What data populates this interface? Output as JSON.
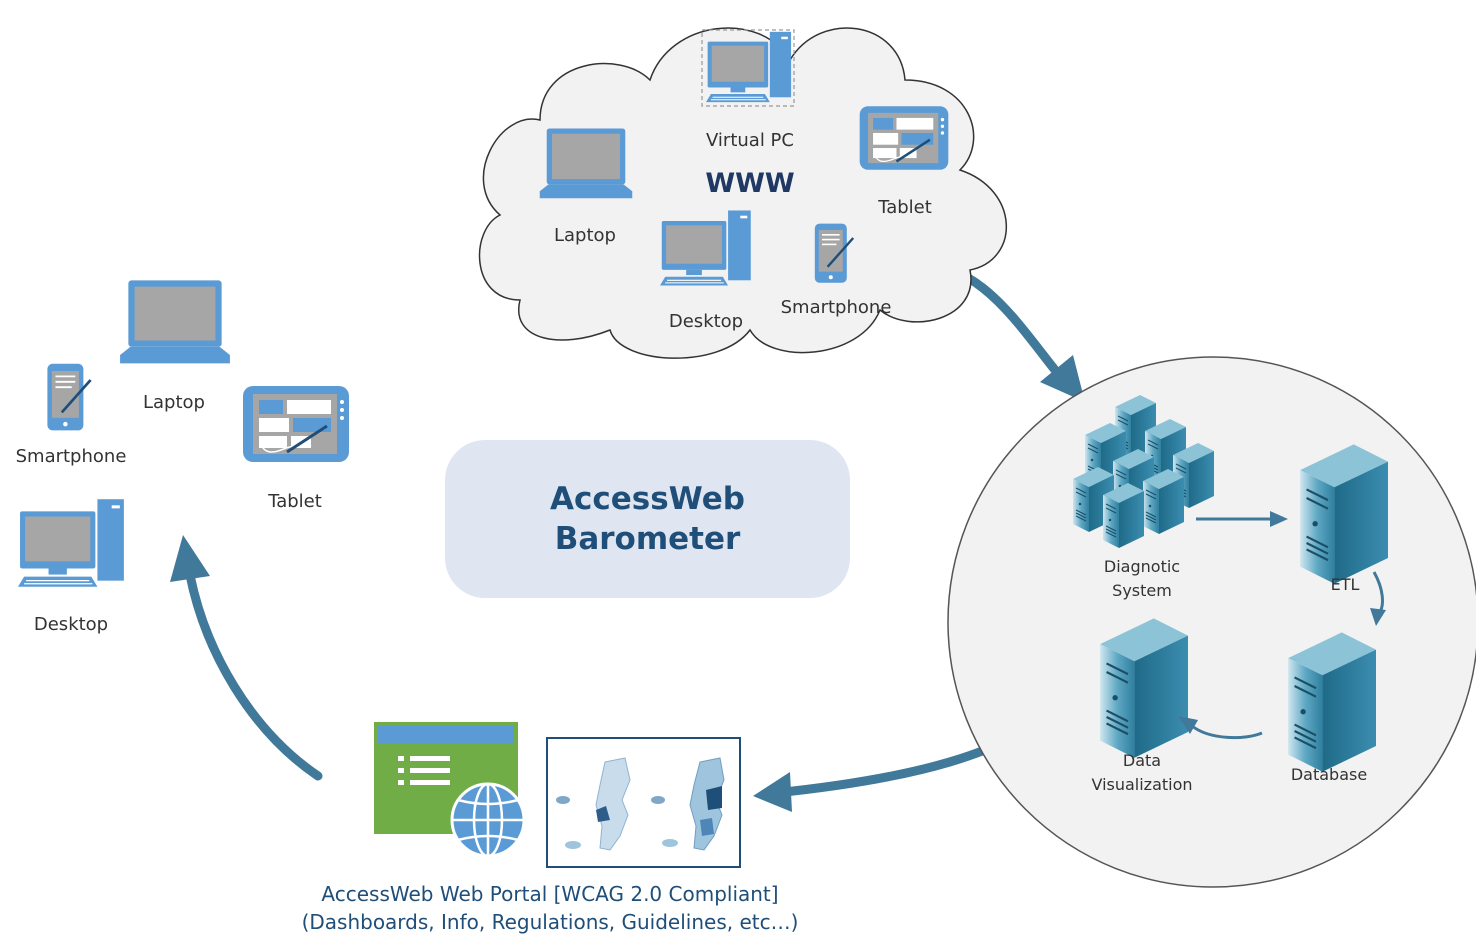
{
  "center": {
    "line1": "AccessWeb",
    "line2": "Barometer"
  },
  "cloud": {
    "title": "WWW",
    "virtual_pc": "Virtual PC",
    "laptop": "Laptop",
    "tablet": "Tablet",
    "desktop": "Desktop",
    "smartphone": "Smartphone"
  },
  "users": {
    "laptop": "Laptop",
    "smartphone": "Smartphone",
    "tablet": "Tablet",
    "desktop": "Desktop"
  },
  "pipeline": {
    "diagnostic_line1": "Diagnotic",
    "diagnostic_line2": "System",
    "etl": "ETL",
    "database": "Database",
    "dataviz_line1": "Data",
    "dataviz_line2": "Visualization"
  },
  "portal": {
    "caption_line1": "AccessWeb Web Portal [WCAG 2.0 Compliant]",
    "caption_line2": "(Dashboards, Info, Regulations, Guidelines, etc…)"
  },
  "colors": {
    "arrow": "#41799a",
    "cloud_fill": "#f2f2f2",
    "device_blue": "#5b9bd5",
    "screen_gray": "#a6a6a6",
    "center_fill": "#dfe6f2",
    "portal_green": "#70ad47",
    "server_teal": "#3f8fae"
  }
}
